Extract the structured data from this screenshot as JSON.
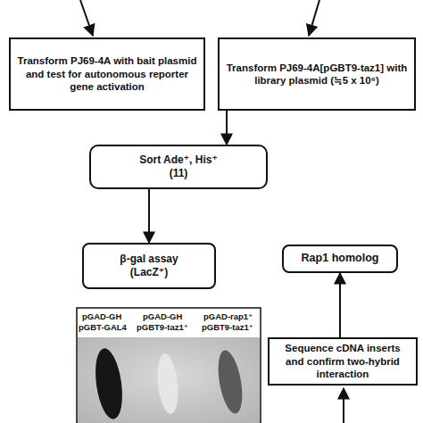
{
  "diagram": {
    "nodes": [
      {
        "text": [
          "Transform PJ69-4A with bait plasmid and test for autonomous reporter gene activation"
        ]
      },
      {
        "text": [
          "Transform PJ69-4A[pGBT9-taz1] with library plasmid (≒5 x 10⁶)"
        ]
      },
      {
        "text": [
          "Sort Ade⁺, His⁺",
          "(11)"
        ]
      },
      {
        "text": [
          "β-gal assay",
          "(LacZ⁺)"
        ]
      },
      {
        "text": [
          "Rap1 homolog"
        ]
      },
      {
        "text": [
          "Sequence cDNA inserts and confirm two-hybrid interaction"
        ]
      }
    ],
    "edges": [
      {
        "from": 1,
        "to": 2,
        "arrow": "to"
      },
      {
        "from": 2,
        "to": 3,
        "arrow": "to"
      },
      {
        "from": 5,
        "to": 4,
        "arrow": "to"
      }
    ],
    "labels": [
      "pGAD-GH",
      "pGBT-GAL4",
      "pGAD-GH",
      "pGBT9-taz1⁺",
      "pGAD-rap1⁺",
      "pGBT9-taz1⁺"
    ]
  }
}
